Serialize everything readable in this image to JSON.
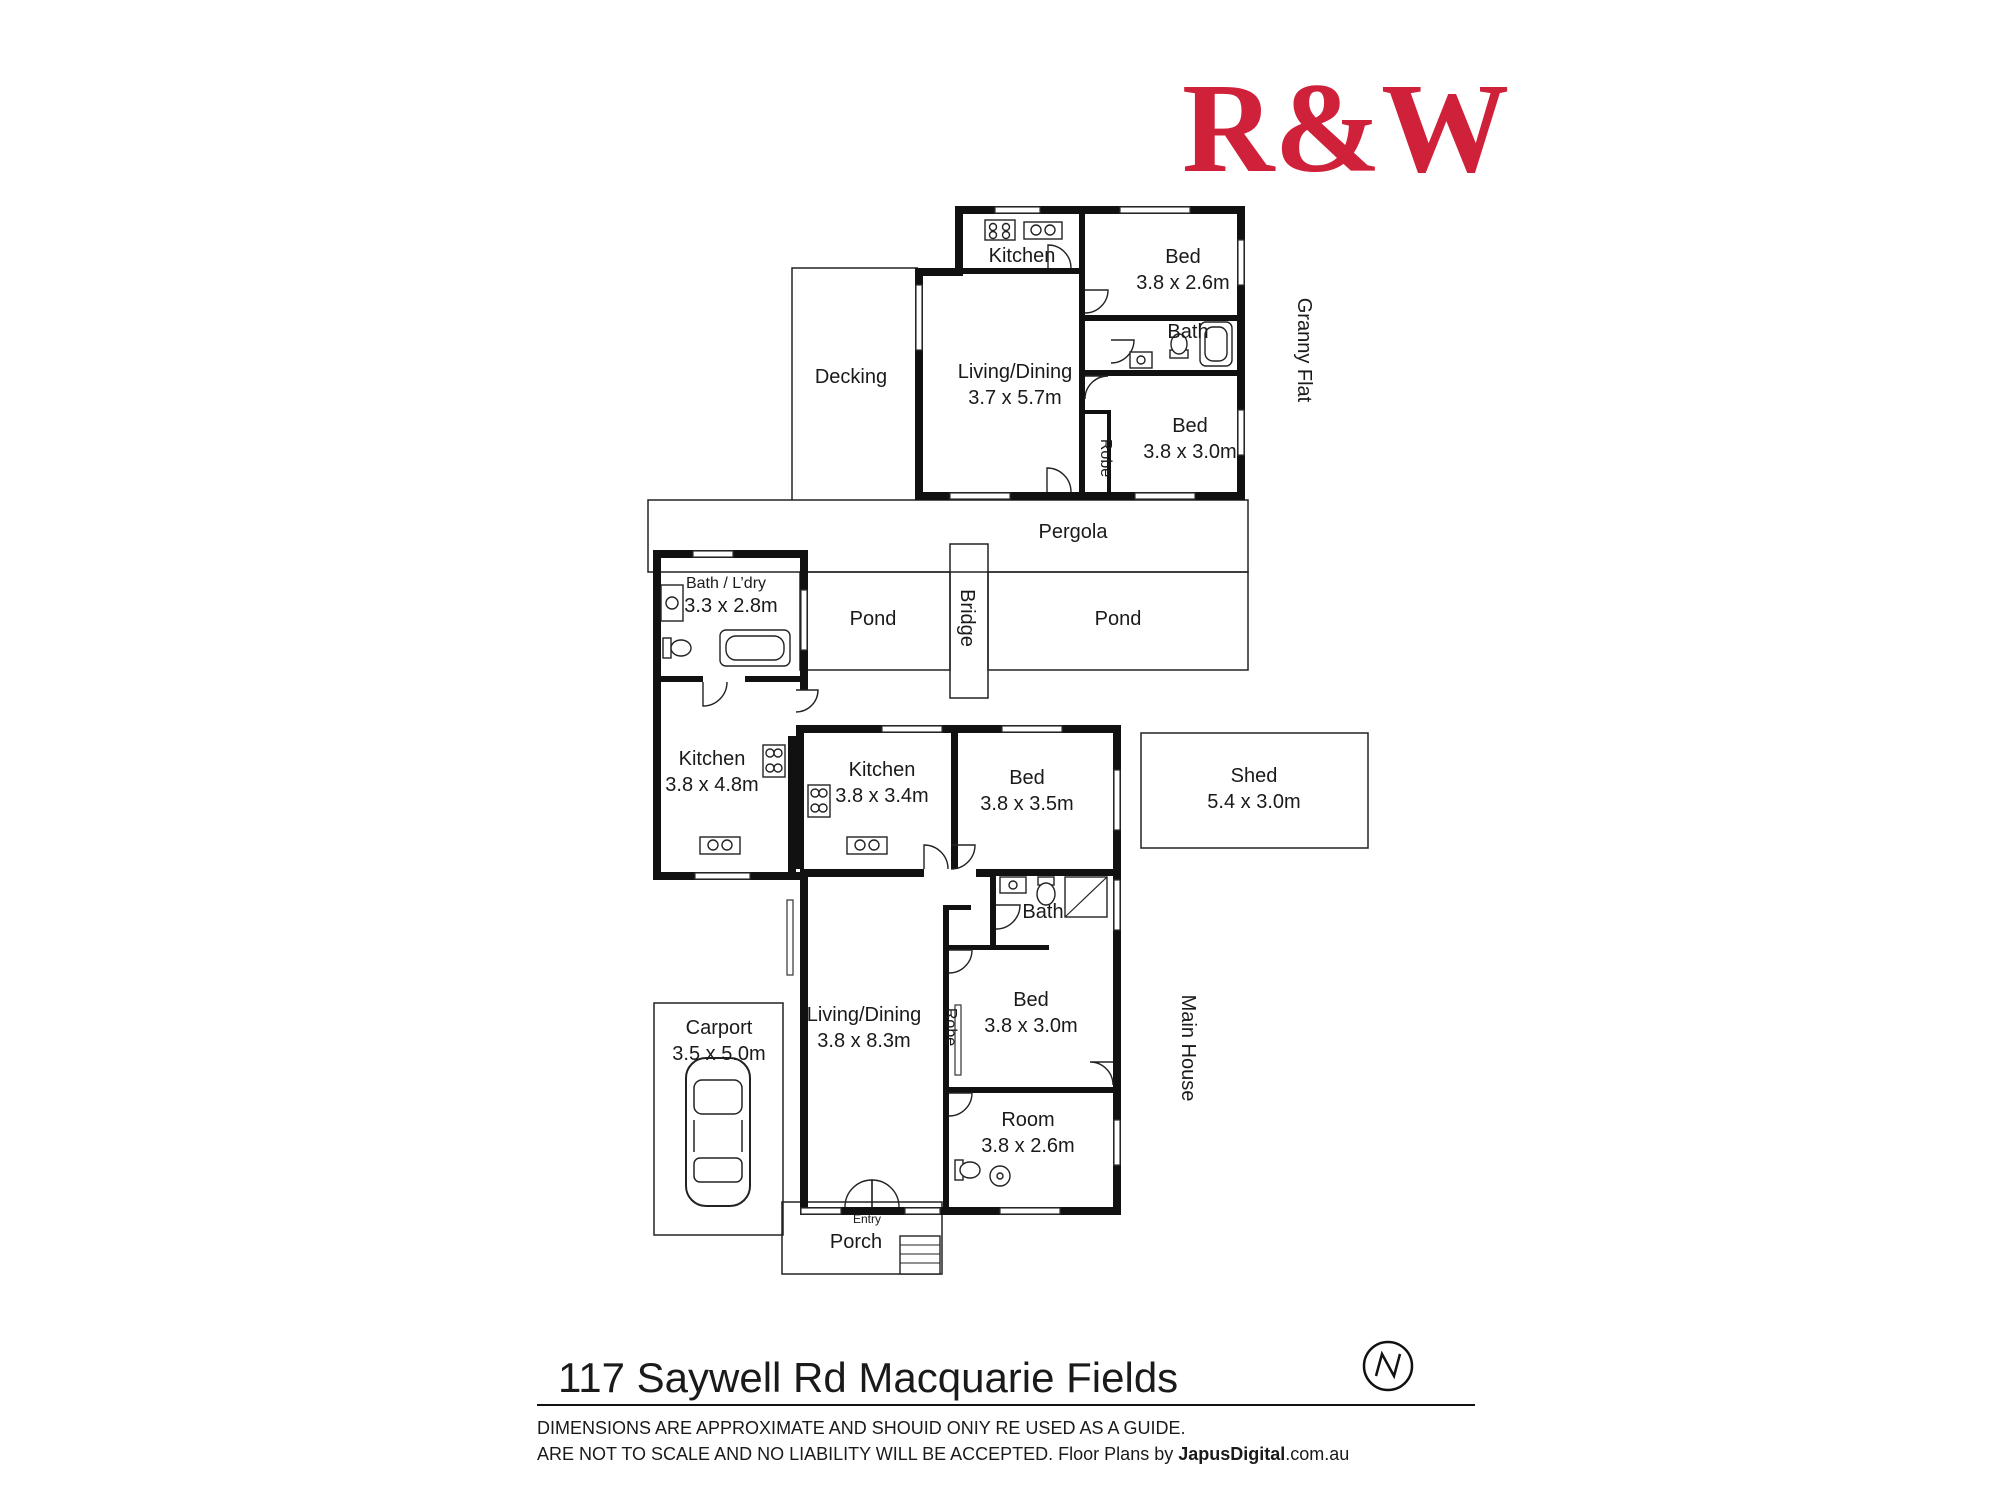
{
  "brand": {
    "logo_text": "R&W",
    "logo_color": "#d0213a"
  },
  "address": "117 Saywell Rd Macquarie Fields",
  "disclaimer": {
    "line1": "DIMENSIONS ARE APPROXIMATE AND SHOUID ONIY RE USED AS A GUIDE.",
    "line2_prefix": "ARE NOT TO SCALE AND NO LIABILITY WILL BE ACCEPTED. Floor Plans by ",
    "line2_brand": "JapusDigital",
    "line2_suffix": ".com.au"
  },
  "sections": {
    "granny_flat": "Granny Flat",
    "main_house": "Main House"
  },
  "granny_flat": {
    "kitchen": {
      "name": "Kitchen"
    },
    "bed1": {
      "name": "Bed",
      "size": "3.8 x 2.6m"
    },
    "bath": {
      "name": "Bath"
    },
    "living": {
      "name": "Living/Dining",
      "size": "3.7 x 5.7m"
    },
    "bed2": {
      "name": "Bed",
      "size": "3.8 x 3.0m"
    },
    "robe": {
      "name": "Robe"
    }
  },
  "outdoor": {
    "decking": "Decking",
    "pergola": "Pergola",
    "pond_left": "Pond",
    "pond_right": "Pond",
    "bridge": "Bridge",
    "shed": {
      "name": "Shed",
      "size": "5.4 x 3.0m"
    },
    "carport": {
      "name": "Carport",
      "size": "3.5 x 5.0m"
    },
    "porch": "Porch",
    "entry": "Entry"
  },
  "main_house": {
    "bath_laundry": {
      "name": "Bath / L’dry",
      "size": "3.3 x 2.8m"
    },
    "kitchen_west": {
      "name": "Kitchen",
      "size": "3.8 x 4.8m"
    },
    "kitchen_centre": {
      "name": "Kitchen",
      "size": "3.8 x 3.4m"
    },
    "bed1": {
      "name": "Bed",
      "size": "3.8 x 3.5m"
    },
    "bath": {
      "name": "Bath"
    },
    "living": {
      "name": "Living/Dining",
      "size": "3.8 x 8.3m"
    },
    "bed2": {
      "name": "Bed",
      "size": "3.8 x 3.0m"
    },
    "robe": {
      "name": "Robe"
    },
    "room": {
      "name": "Room",
      "size": "3.8 x 2.6m"
    }
  },
  "icons": [
    "compass-icon",
    "car-icon",
    "stove-icon",
    "sink-icon",
    "toilet-icon",
    "bathtub-icon",
    "shower-icon",
    "basin-icon",
    "steps-icon"
  ]
}
